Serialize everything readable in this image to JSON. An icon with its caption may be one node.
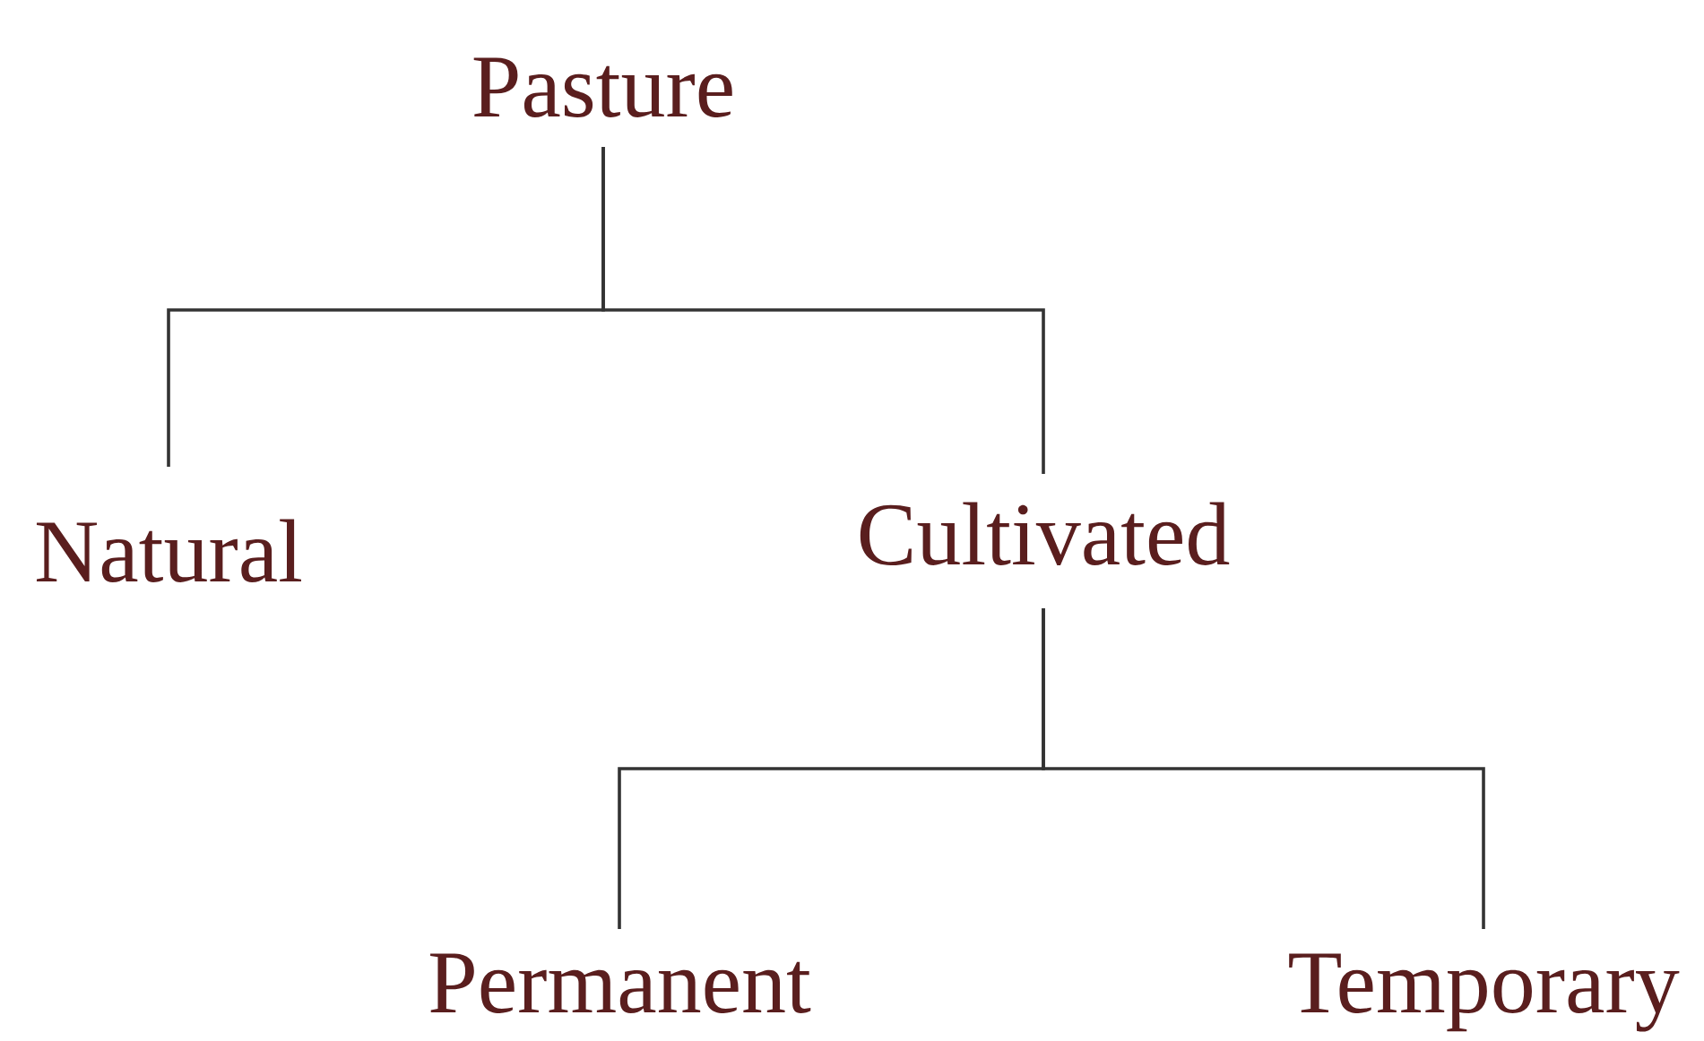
{
  "diagram": {
    "nodes": [
      {
        "text": [
          "Pasture"
        ]
      },
      {
        "text": [
          "Natural"
        ]
      },
      {
        "text": [
          "Cultivated"
        ]
      },
      {
        "text": [
          "Permanent"
        ]
      },
      {
        "text": [
          "Temporary"
        ]
      }
    ],
    "edges": [
      {
        "from": 0,
        "to": 1,
        "arrow": "none"
      },
      {
        "from": 0,
        "to": 2,
        "arrow": "none"
      },
      {
        "from": 2,
        "to": 3,
        "arrow": "none"
      },
      {
        "from": 2,
        "to": 4,
        "arrow": "none"
      }
    ]
  }
}
